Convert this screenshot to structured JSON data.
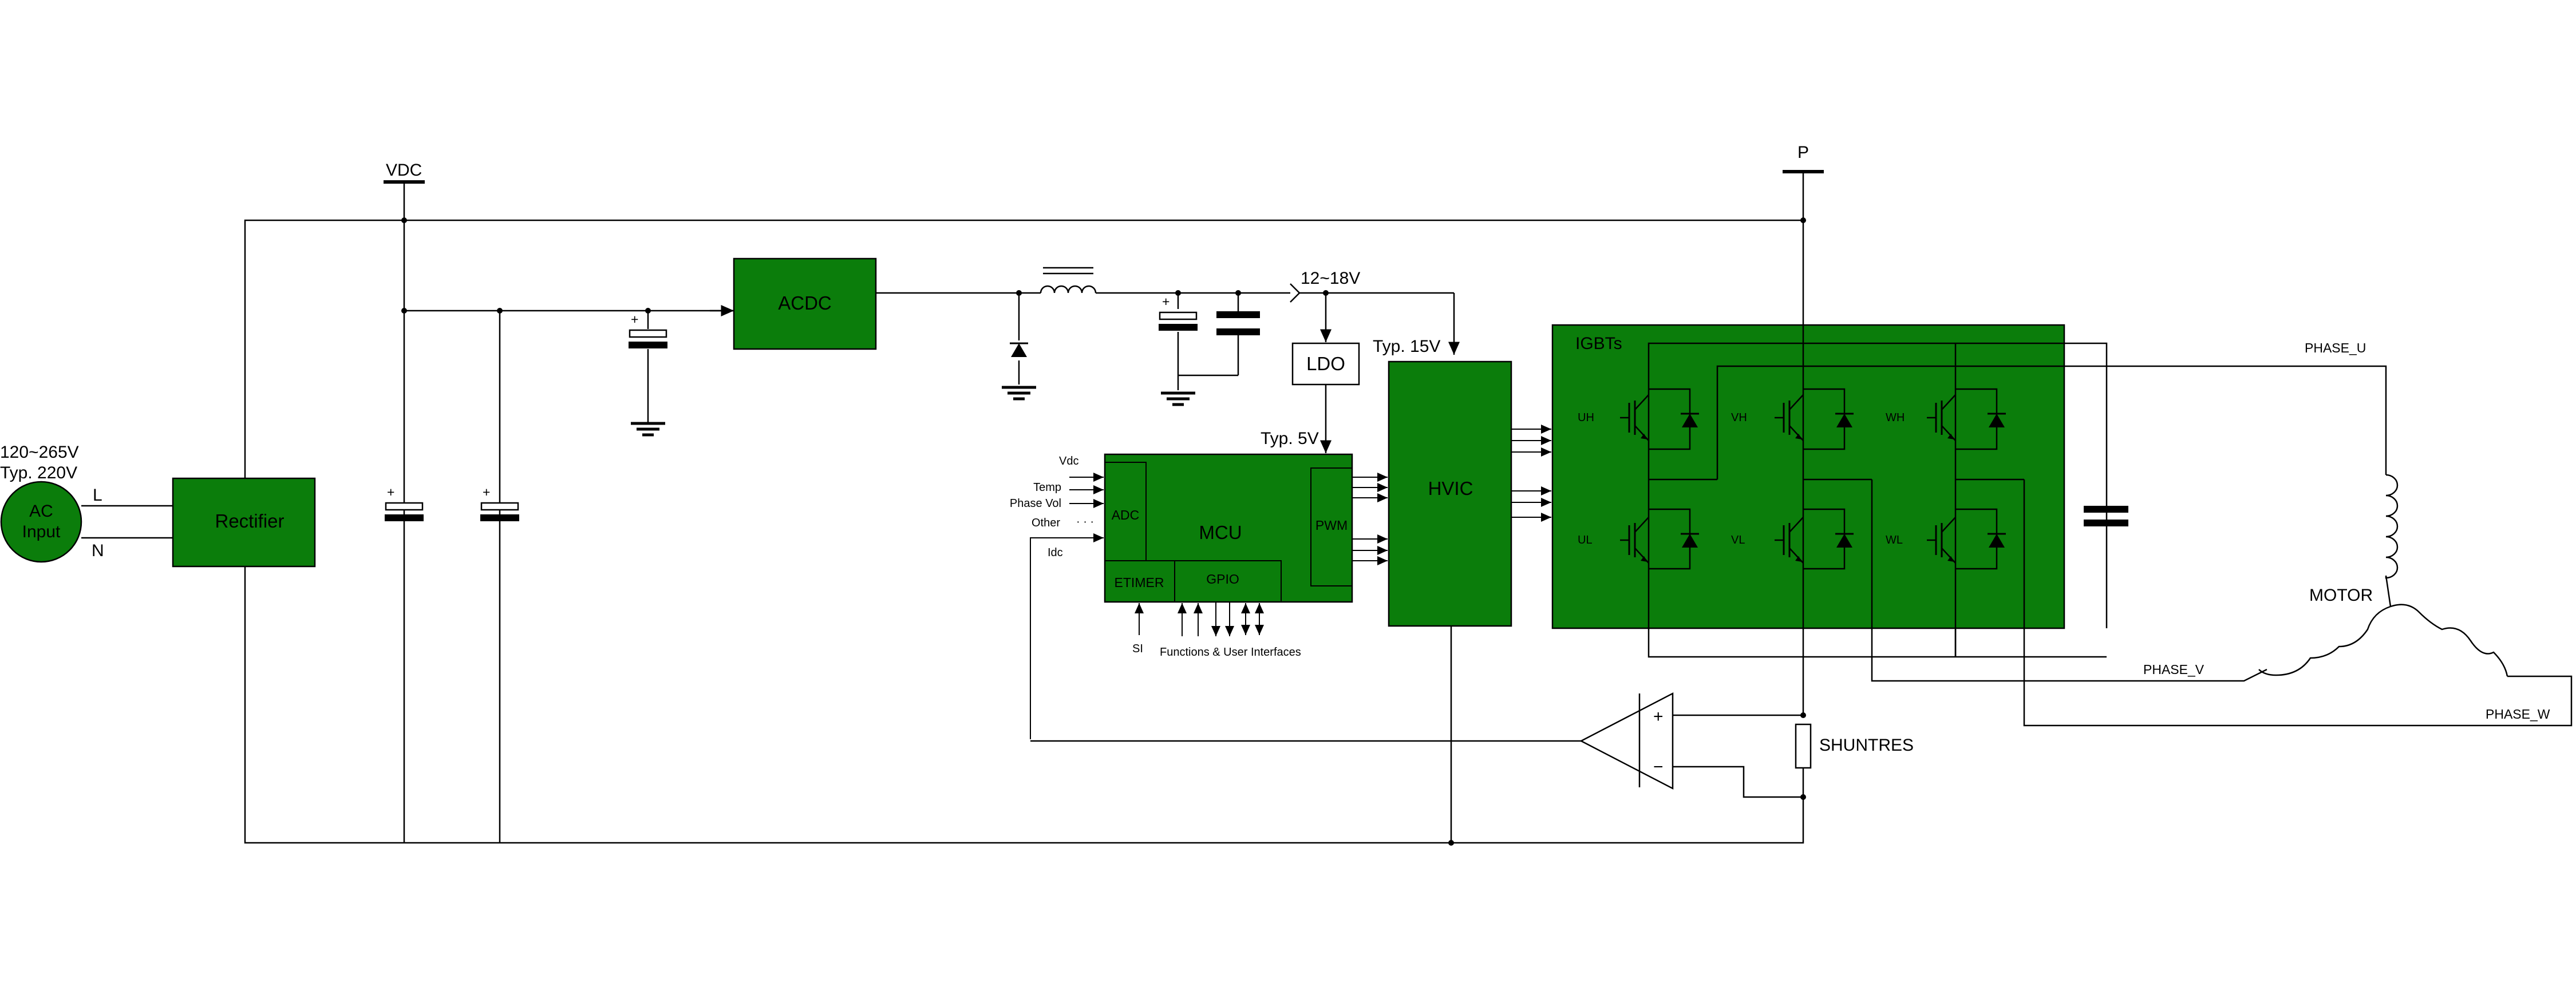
{
  "labels": {
    "vdc": "VDC",
    "p": "P",
    "ac_input": "AC\nInput",
    "ac_range": "120~265V",
    "ac_typ": "Typ. 220V",
    "line_l": "L",
    "line_n": "N",
    "rectifier": "Rectifier",
    "acdc": "ACDC",
    "v_12_18": "12~18V",
    "ldo": "LDO",
    "typ_15v": "Typ. 15V",
    "typ_5v": "Typ. 5V",
    "mcu": "MCU",
    "adc": "ADC",
    "pwm": "PWM",
    "etimer": "ETIMER",
    "gpio": "GPIO",
    "hvic": "HVIC",
    "igbts": "IGBTs",
    "uh": "UH",
    "vh": "VH",
    "wh": "WH",
    "ul": "UL",
    "vl": "VL",
    "wl": "WL",
    "in_vdc": "Vdc",
    "in_temp": "Temp",
    "in_phase_vol": "Phase Vol",
    "in_other": "Other",
    "in_dots": "· · ·",
    "in_idc": "Idc",
    "si": "SI",
    "functions": "Functions & User Interfaces",
    "phase_u": "PHASE_U",
    "phase_v": "PHASE_V",
    "phase_w": "PHASE_W",
    "motor": "MOTOR",
    "shuntres": "SHUNTRES",
    "plus": "+",
    "minus": "−",
    "cap_plus": "+"
  },
  "colors": {
    "block_fill": "#0b7d0b",
    "wire": "#000000",
    "background": "#ffffff"
  }
}
